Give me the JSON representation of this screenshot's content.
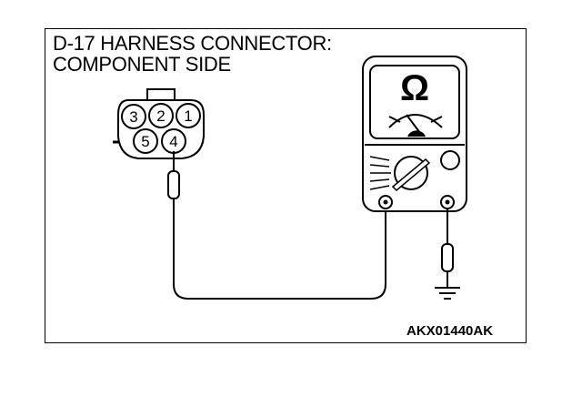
{
  "title": {
    "line1": "D-17 HARNESS CONNECTOR:",
    "line2": "COMPONENT SIDE"
  },
  "figure_code": "AKX01440AK",
  "connector": {
    "pins_top": [
      "3",
      "2",
      "1"
    ],
    "pins_bottom": [
      "5",
      "4"
    ],
    "probed_pin": "4"
  },
  "meter": {
    "symbol": "Ω",
    "icon": "ohmmeter-icon"
  },
  "ground": {
    "icon": "ground-icon"
  },
  "colors": {
    "line": "#000000",
    "background": "#ffffff"
  }
}
